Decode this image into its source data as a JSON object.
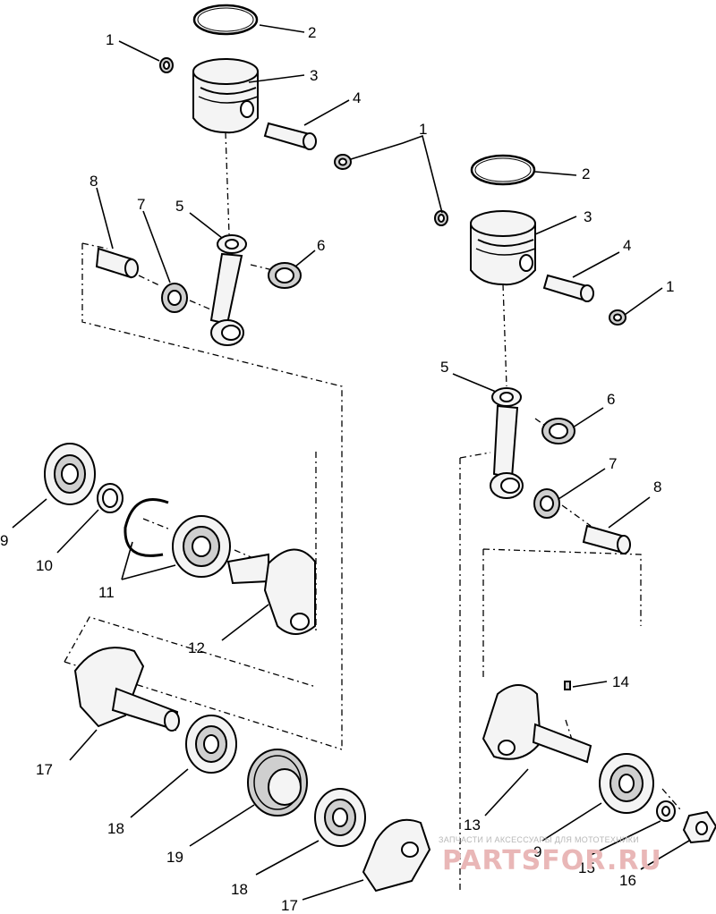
{
  "callouts": {
    "c1a": "1",
    "c2a": "2",
    "c3a": "3",
    "c4a": "4",
    "c1b": "1",
    "c8a": "8",
    "c7a": "7",
    "c5a": "5",
    "c6a": "6",
    "c2b": "2",
    "c3b": "3",
    "c4b": "4",
    "c1c": "1",
    "c5b": "5",
    "c6b": "6",
    "c7b": "7",
    "c8b": "8",
    "c9a": "9",
    "c10": "10",
    "c11": "11",
    "c12": "12",
    "c14": "14",
    "c17a": "17",
    "c18a": "18",
    "c19": "19",
    "c18b": "18",
    "c17b": "17",
    "c13": "13",
    "c9b": "9",
    "c15": "15",
    "c16": "16"
  },
  "watermark": {
    "subtitle": "ЗАПЧАСТИ И АКСЕССУАРЫ ДЛЯ МОТОТЕХНИКИ",
    "brand": "PARTSFOR.RU"
  }
}
